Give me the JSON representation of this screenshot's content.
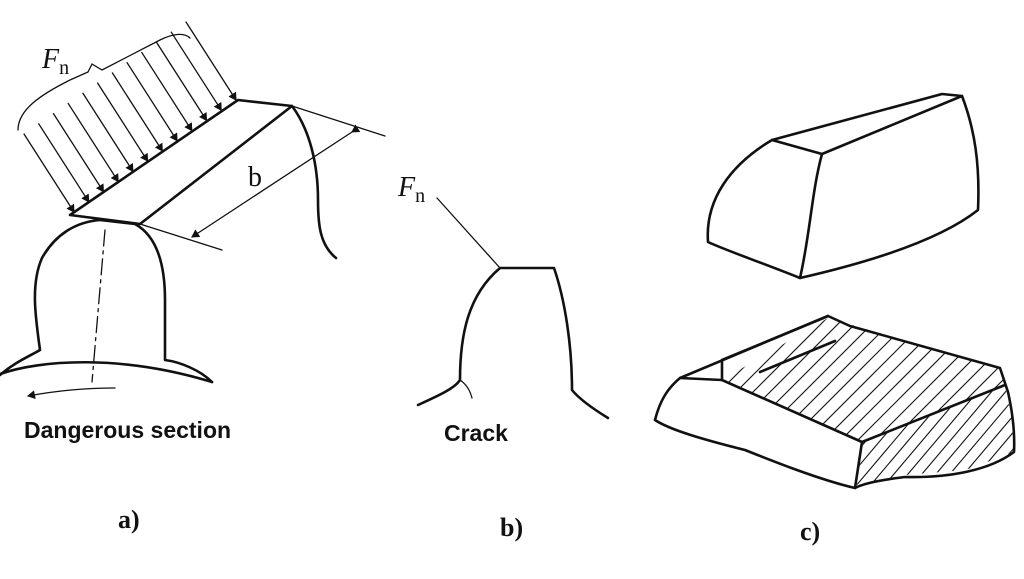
{
  "figure_a": {
    "force_label": "F",
    "force_subscript": "n",
    "width_label": "b",
    "section_label": "Dangerous section",
    "panel_label": "a)"
  },
  "figure_b": {
    "force_label": "F",
    "force_subscript": "n",
    "crack_label": "Crack",
    "panel_label": "b)"
  },
  "figure_c": {
    "panel_label": "c)"
  }
}
